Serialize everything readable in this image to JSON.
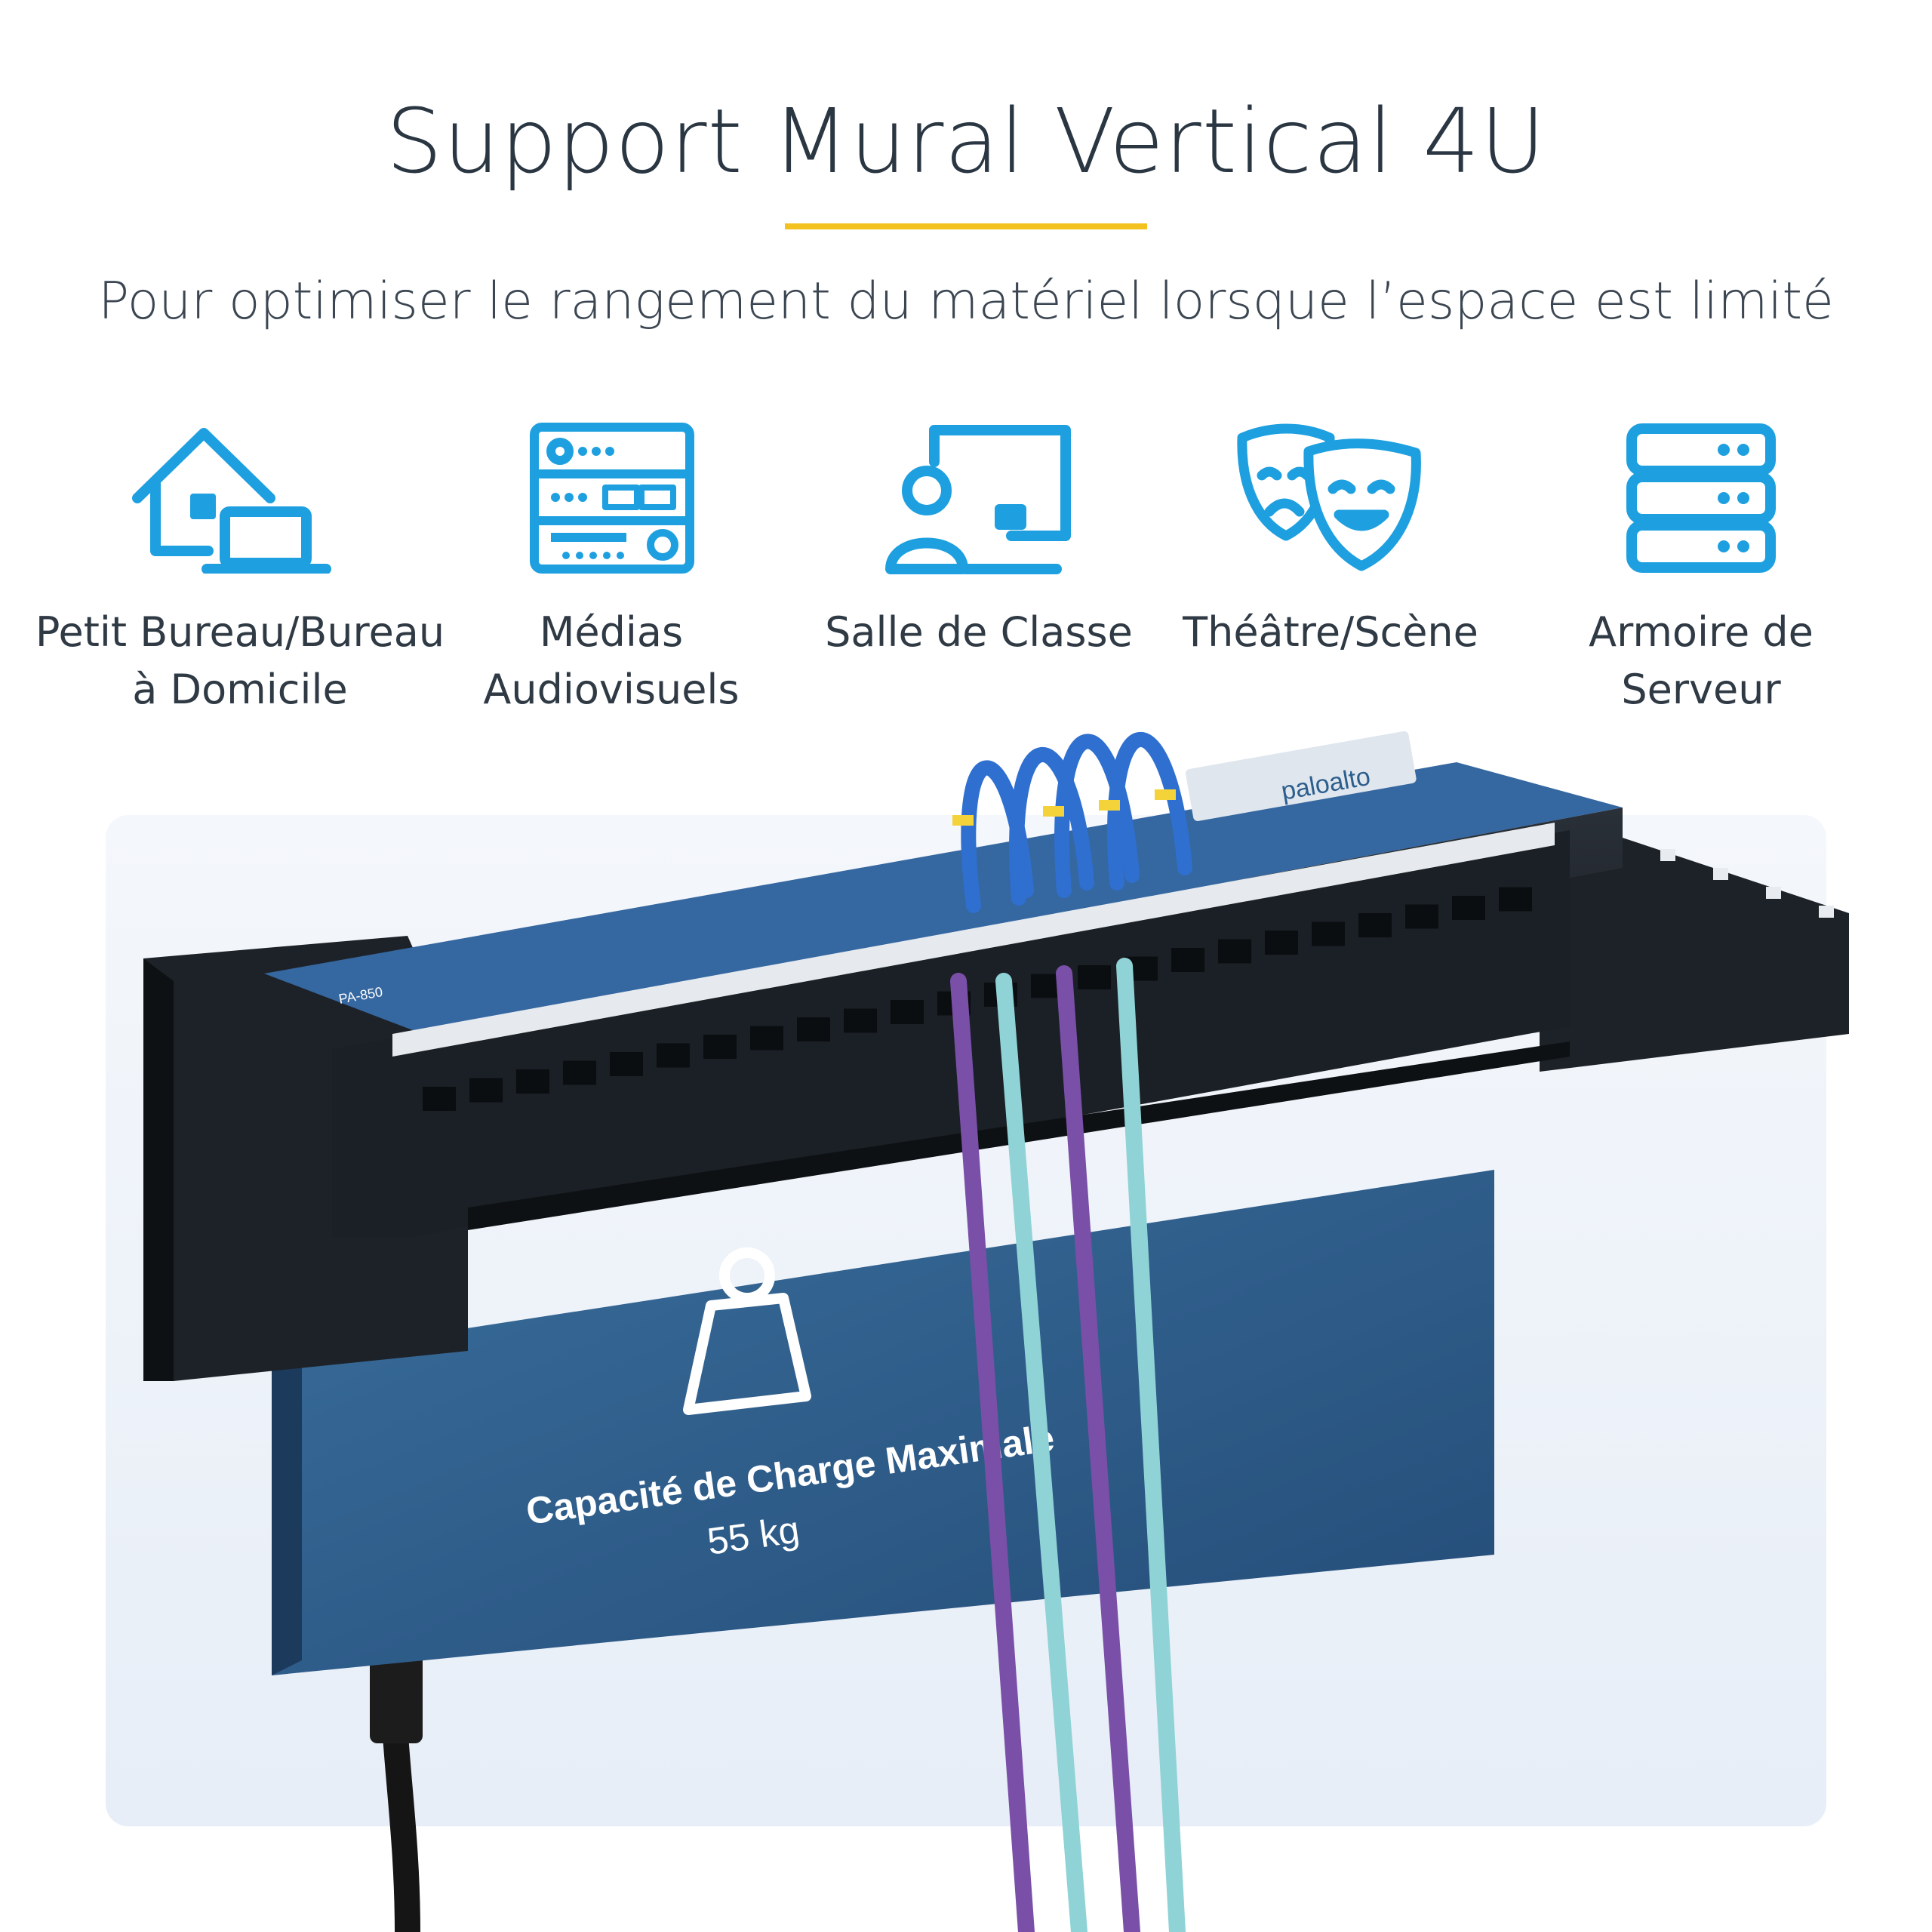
{
  "header": {
    "title": "Support Mural Vertical 4U",
    "subtitle": "Pour optimiser le rangement du matériel lorsque l’espace est limité"
  },
  "features": [
    {
      "icon": "home-office-icon",
      "line1": "Petit Bureau/Bureau",
      "line2": "à Domicile"
    },
    {
      "icon": "av-media-icon",
      "line1": "Médias",
      "line2": "Audiovisuels"
    },
    {
      "icon": "classroom-icon",
      "line1": "Salle de Classe",
      "line2": ""
    },
    {
      "icon": "theatre-masks-icon",
      "line1": "Théâtre/Scène",
      "line2": ""
    },
    {
      "icon": "server-rack-icon",
      "line1": "Armoire de",
      "line2": "Serveur"
    }
  ],
  "product": {
    "capacity_label": "Capacité de Charge Maximale",
    "capacity_value": "55 kg",
    "device_label": "PA-850",
    "brand": "paloalto"
  },
  "colors": {
    "accent": "#f4c21f",
    "icon_blue": "#1ea0e0",
    "rack_black": "#1d2228",
    "device_blue": "#2d5e8c",
    "cable_purple": "#7a4fa8",
    "cable_teal": "#8fd3d6",
    "cable_blue": "#2f6fd0"
  }
}
